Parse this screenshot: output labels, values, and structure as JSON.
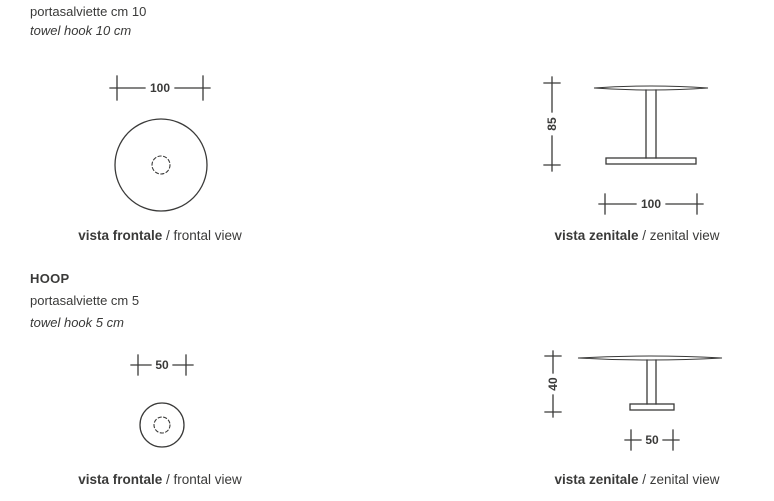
{
  "colors": {
    "ink": "#3a3a39",
    "background": "#ffffff"
  },
  "products": [
    {
      "title_it": "portasalviette cm 10",
      "title_en": "towel hook 10 cm",
      "frontal": {
        "dim_width": "100",
        "caption_bold": "vista frontale",
        "caption_rest": " / frontal view"
      },
      "zenital": {
        "dim_height": "85",
        "dim_width": "100",
        "caption_bold": "vista zenitale",
        "caption_rest": " / zenital view"
      }
    },
    {
      "name": "HOOP",
      "title_it": "portasalviette cm 5",
      "title_en": "towel hook 5 cm",
      "frontal": {
        "dim_width": "50",
        "caption_bold": "vista frontale",
        "caption_rest": " / frontal view"
      },
      "zenital": {
        "dim_height": "40",
        "dim_width": "50",
        "caption_bold": "vista zenitale",
        "caption_rest": " / zenital view"
      }
    }
  ]
}
